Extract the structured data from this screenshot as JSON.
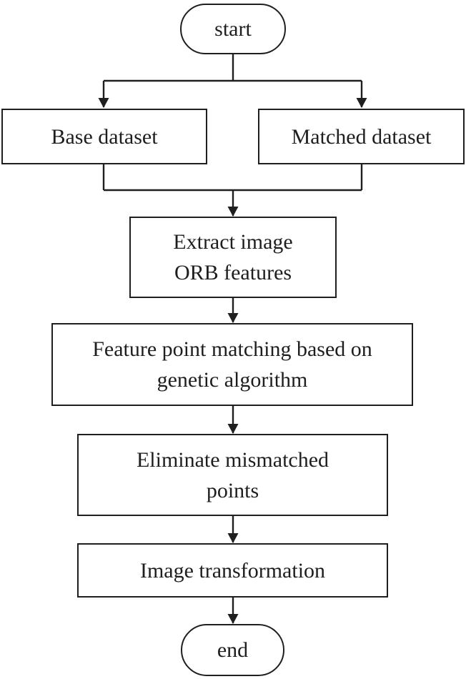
{
  "diagram": {
    "type": "flowchart",
    "colors": {
      "background": "#ffffff",
      "stroke": "#1f1f1f",
      "text": "#1e1e1e"
    },
    "nodes": {
      "start": {
        "shape": "terminator",
        "lines": [
          "start"
        ]
      },
      "base_dataset": {
        "shape": "process",
        "lines": [
          "Base dataset"
        ]
      },
      "matched_dataset": {
        "shape": "process",
        "lines": [
          "Matched dataset"
        ]
      },
      "extract_orb": {
        "shape": "process",
        "lines": [
          "Extract image",
          "ORB features"
        ]
      },
      "feature_matching": {
        "shape": "process",
        "lines": [
          "Feature point matching based on",
          "genetic algorithm"
        ]
      },
      "eliminate_points": {
        "shape": "process",
        "lines": [
          "Eliminate mismatched",
          "points"
        ]
      },
      "image_transform": {
        "shape": "process",
        "lines": [
          "Image transformation"
        ]
      },
      "end": {
        "shape": "terminator",
        "lines": [
          "end"
        ]
      }
    },
    "edges": [
      {
        "from": "start",
        "to": "base_dataset"
      },
      {
        "from": "start",
        "to": "matched_dataset"
      },
      {
        "from": "base_dataset",
        "to": "extract_orb"
      },
      {
        "from": "matched_dataset",
        "to": "extract_orb"
      },
      {
        "from": "extract_orb",
        "to": "feature_matching"
      },
      {
        "from": "feature_matching",
        "to": "eliminate_points"
      },
      {
        "from": "eliminate_points",
        "to": "image_transform"
      },
      {
        "from": "image_transform",
        "to": "end"
      }
    ]
  }
}
